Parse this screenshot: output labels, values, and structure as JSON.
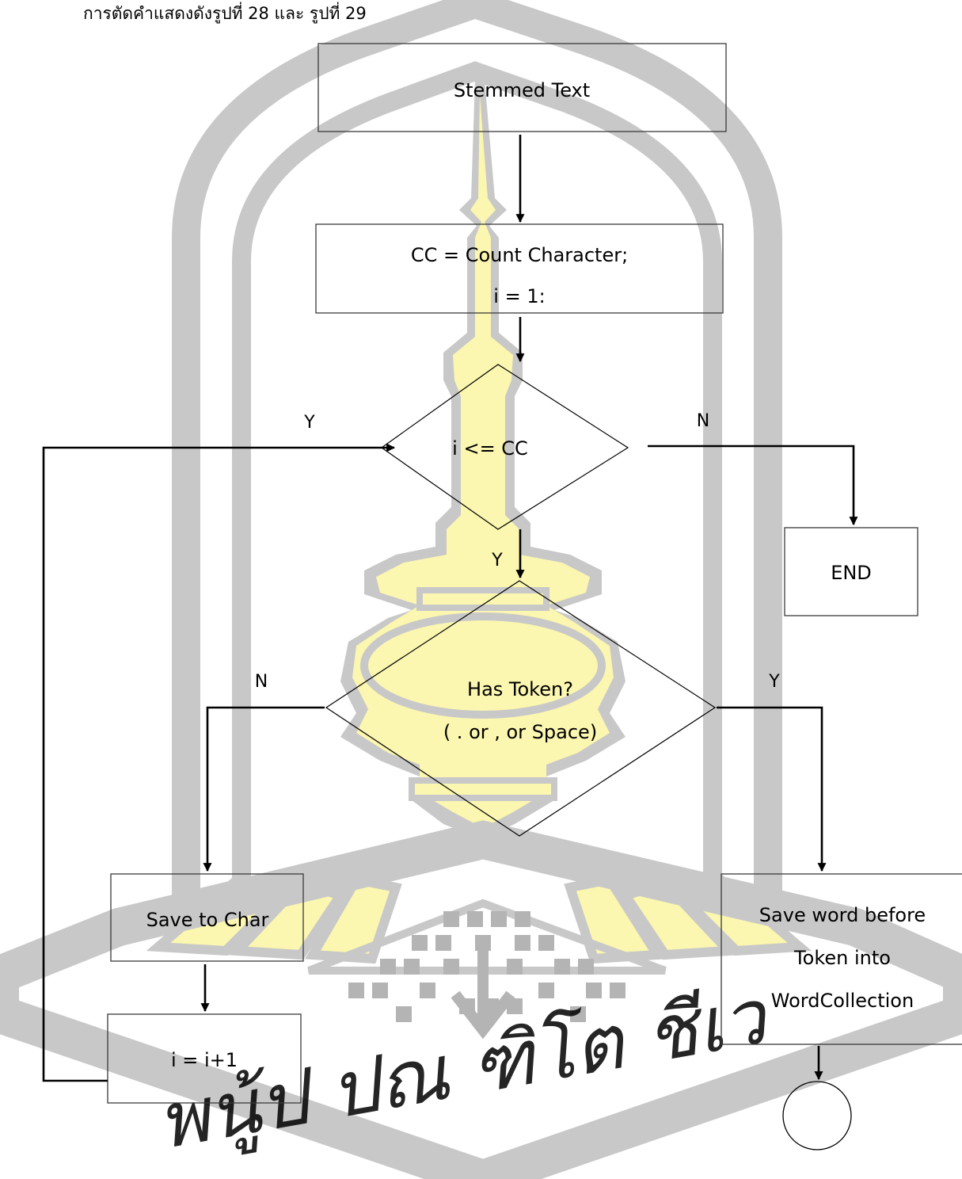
{
  "caption": "การตัดคำแสดงดังรูปที่ 28 และ รูปที่ 29",
  "watermark": {
    "text": "พนู้ป ปณ ฑิโต ชีเว",
    "colors": {
      "gray": "#c8c8c8",
      "gray_dark": "#b4b4b4",
      "yellow": "#fbf6b0",
      "yellow_light": "#fdfbd4"
    }
  },
  "nodes": {
    "start": {
      "text": "Stemmed Text"
    },
    "init": {
      "line1": "CC = Count Character;",
      "line2": "i = 1:"
    },
    "cond_loop": {
      "text": "i <= CC"
    },
    "end": {
      "text": "END"
    },
    "cond_token": {
      "line1": "Has Token?",
      "line2": "( . or , or Space)"
    },
    "save_char": {
      "text": "Save to Char"
    },
    "save_word": {
      "line1": "Save word before",
      "line2": "Token into",
      "line3": "WordCollection"
    },
    "increment": {
      "text": "i = i+1"
    }
  },
  "edge_labels": {
    "loop_back_y": "Y",
    "loop_exit_n": "N",
    "loop_continue_y": "Y",
    "token_n": "N",
    "token_y": "Y"
  },
  "colors": {
    "line": "#000000",
    "box_border": "#3a3a3a",
    "background": "#ffffff"
  }
}
